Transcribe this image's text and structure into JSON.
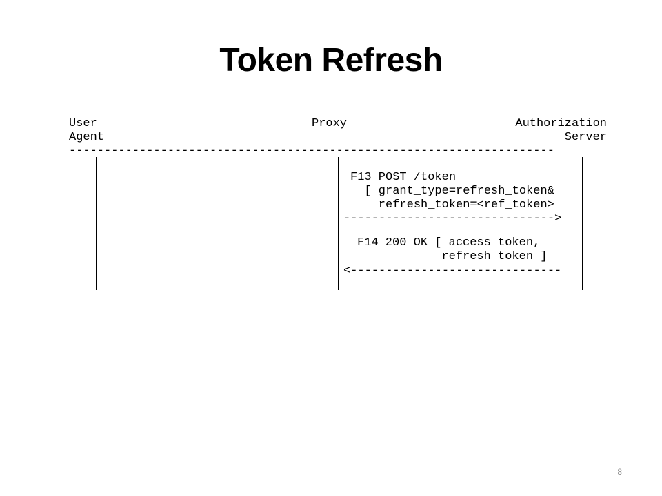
{
  "slide": {
    "title": "Token Refresh",
    "number": "8"
  },
  "participants": {
    "user_agent": [
      "User",
      "Agent"
    ],
    "proxy": "Proxy",
    "authorization_server": [
      "Authorization",
      "Server"
    ]
  },
  "header_rule": "---------------------------------------------------------------------",
  "messages": [
    {
      "id": "F13",
      "from": "Proxy",
      "to": "Authorization Server",
      "lines": [
        "F13 POST /token",
        "  [ grant_type=refresh_token&",
        "    refresh_token=<ref_token>"
      ],
      "arrow": "------------------------------>"
    },
    {
      "id": "F14",
      "from": "Authorization Server",
      "to": "Proxy",
      "lines": [
        "F14 200 OK [ access token,",
        "            refresh_token ]"
      ],
      "arrow": "<------------------------------"
    }
  ]
}
